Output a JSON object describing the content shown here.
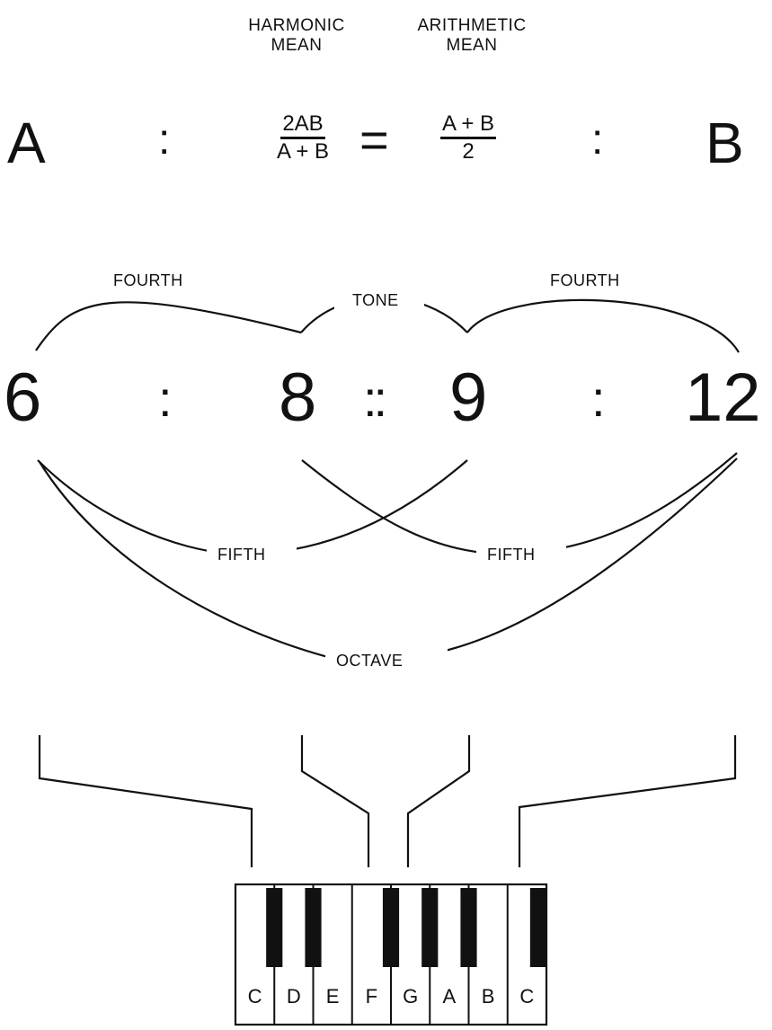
{
  "means": {
    "harmonic_line1": "HARMONIC",
    "harmonic_line2": "MEAN",
    "arithmetic_line1": "ARITHMETIC",
    "arithmetic_line2": "MEAN"
  },
  "formula": {
    "left": "A",
    "colon": ":",
    "harmonic_num": "2AB",
    "harmonic_den": "A + B",
    "equals": "=",
    "arithmetic_num": "A + B",
    "arithmetic_den": "2",
    "right": "B"
  },
  "ratio": {
    "n1": "6",
    "c1": ":",
    "n2": "8",
    "c2": "::",
    "n3": "9",
    "c3": ":",
    "n4": "12"
  },
  "intervals": {
    "fourth_left": "FOURTH",
    "tone": "TONE",
    "fourth_right": "FOURTH",
    "fifth_left": "FIFTH",
    "fifth_right": "FIFTH",
    "octave": "OCTAVE"
  },
  "keyboard": {
    "keys": [
      "C",
      "D",
      "E",
      "F",
      "G",
      "A",
      "B",
      "C"
    ]
  }
}
